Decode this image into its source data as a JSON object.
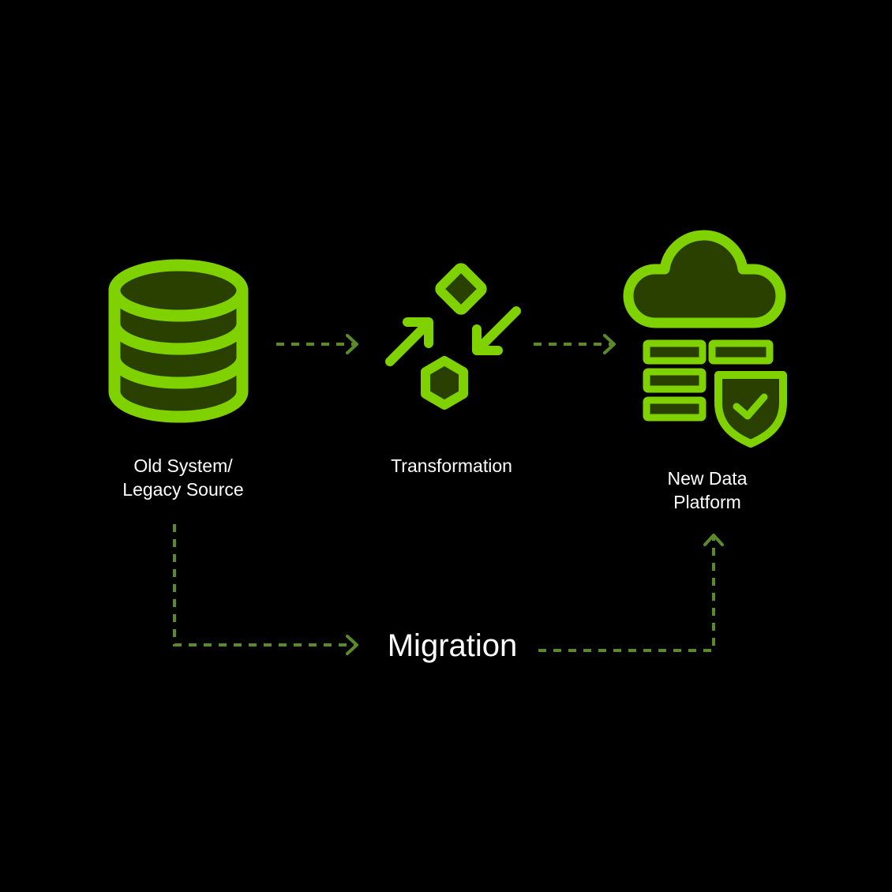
{
  "theme": {
    "background": "#000000",
    "accent": "#7fd100",
    "icon_fill": "#2a4000",
    "connector": "#5a8a2a",
    "text": "#ffffff"
  },
  "nodes": {
    "source": {
      "icon": "database-icon",
      "label_line1": "Old System/",
      "label_line2": "Legacy Source"
    },
    "transform": {
      "icon": "transformation-icon",
      "label": "Transformation"
    },
    "target": {
      "icon": "cloud-platform-shield-icon",
      "label_line1": "New Data",
      "label_line2": "Platform"
    }
  },
  "migration": {
    "label": "Migration"
  }
}
